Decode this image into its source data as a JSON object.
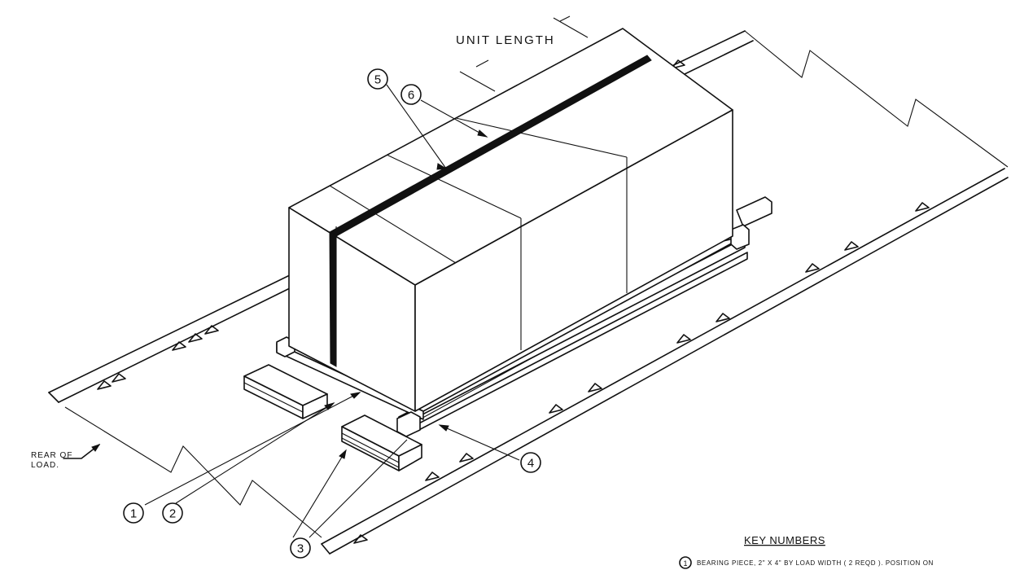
{
  "labels": {
    "unit_length": "UNIT LENGTH",
    "rear_of_load_1": "REAR OF",
    "rear_of_load_2": "LOAD.",
    "key_numbers_title": "KEY NUMBERS",
    "key_1_text": "BEARING PIECE, 2\" X 4\" BY LOAD WIDTH ( 2 REQD ).  POSITION ON"
  },
  "callouts": [
    "1",
    "2",
    "3",
    "4",
    "5",
    "6"
  ],
  "key_items": [
    {
      "number": "1"
    }
  ]
}
